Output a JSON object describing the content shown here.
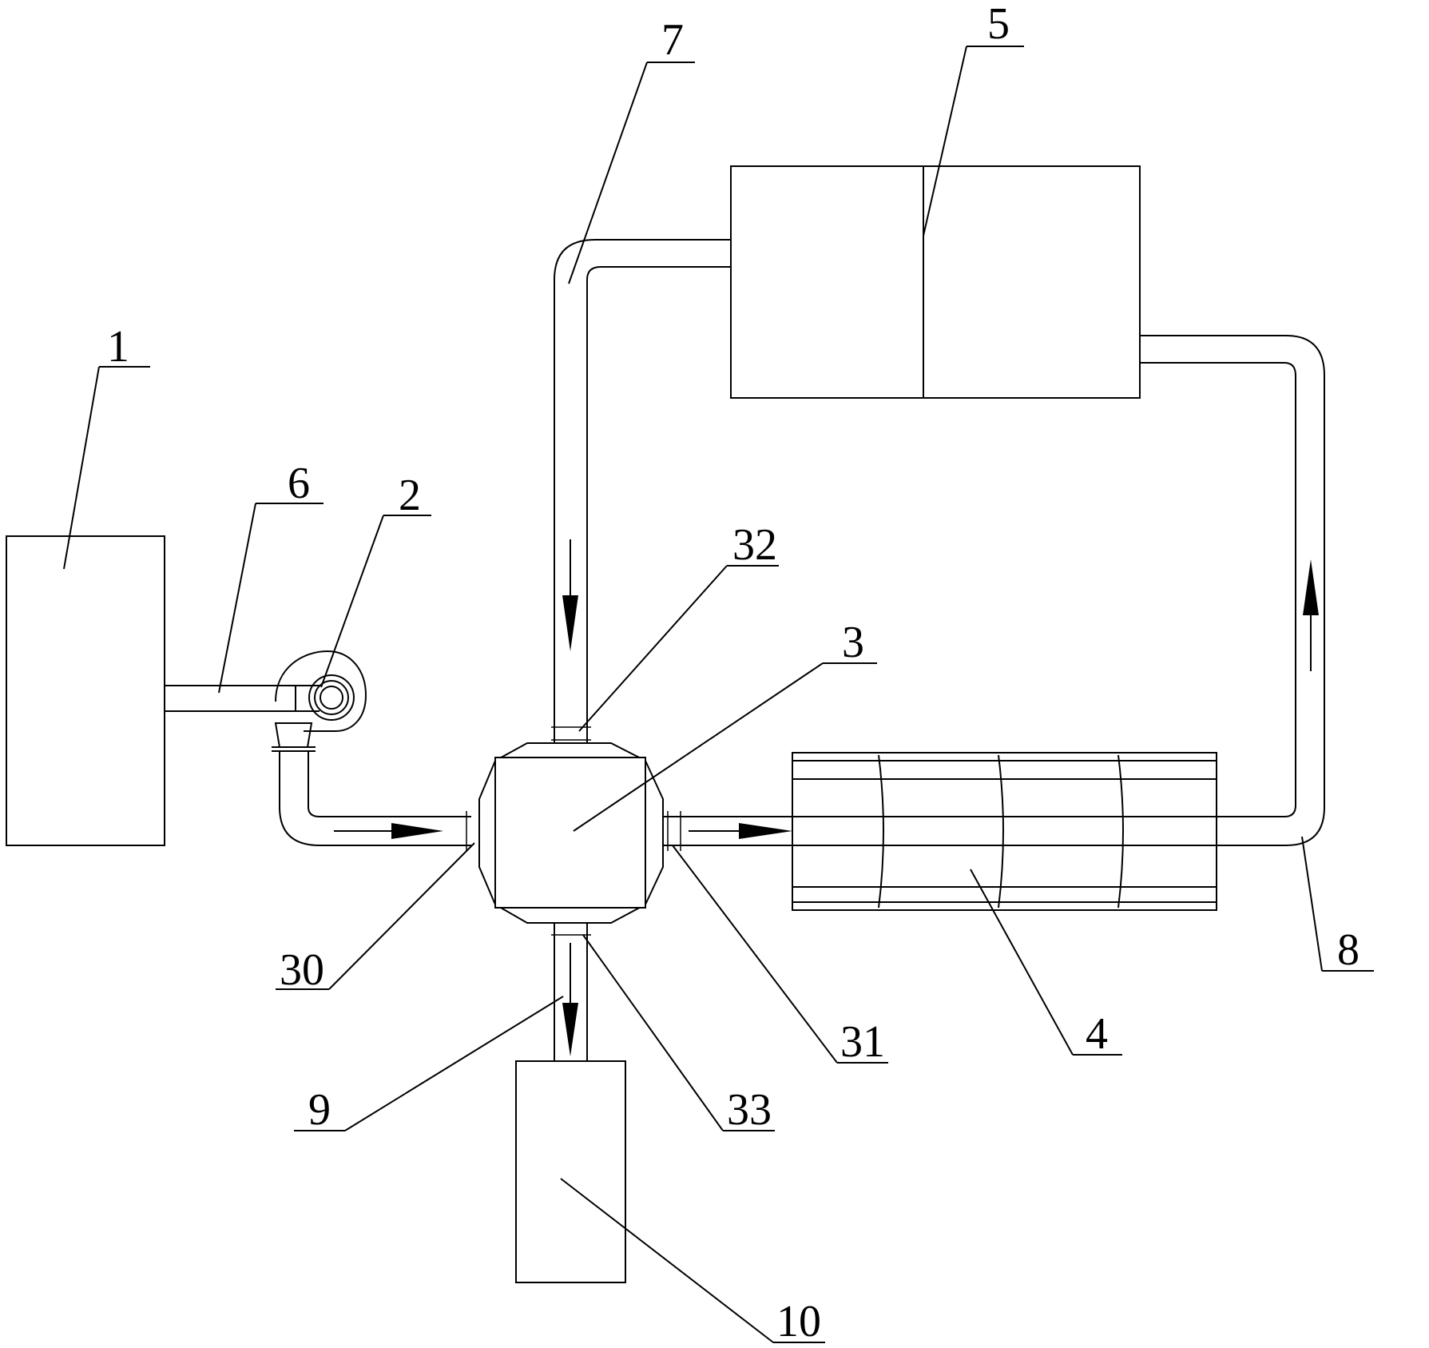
{
  "labels": {
    "l1": "1",
    "l2": "2",
    "l3": "3",
    "l4": "4",
    "l5": "5",
    "l6": "6",
    "l7": "7",
    "l8": "8",
    "l9": "9",
    "l10": "10",
    "l30": "30",
    "l31": "31",
    "l32": "32",
    "l33": "33"
  },
  "colors": {
    "line": "#000000",
    "background": "#ffffff"
  }
}
